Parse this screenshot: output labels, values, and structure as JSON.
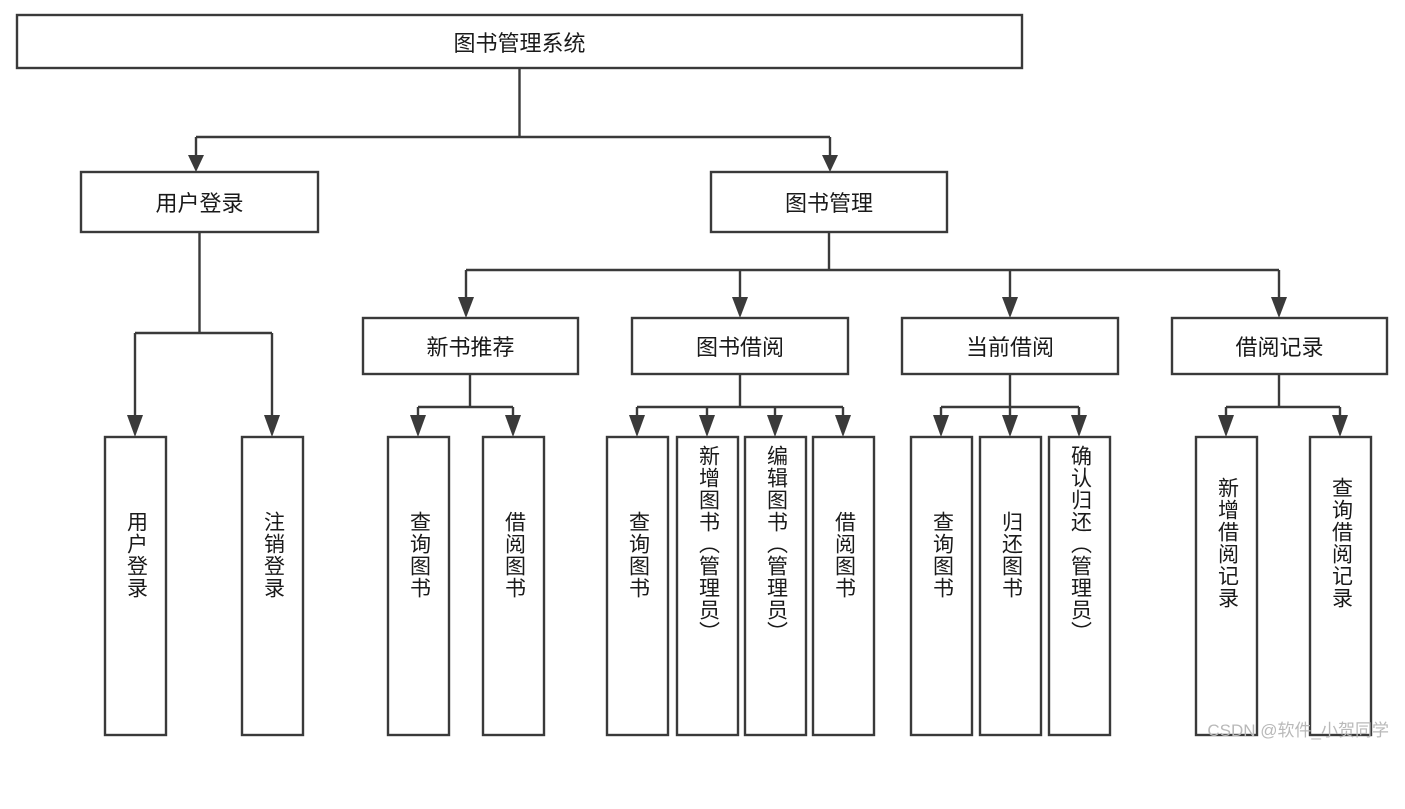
{
  "diagram": {
    "type": "tree-hierarchy",
    "title": "图书管理系统",
    "root": {
      "label": "图书管理系统",
      "orientation": "horizontal"
    },
    "level2": [
      {
        "label": "用户登录",
        "orientation": "horizontal"
      },
      {
        "label": "图书管理",
        "orientation": "horizontal"
      }
    ],
    "level3": [
      {
        "label": "新书推荐",
        "orientation": "horizontal"
      },
      {
        "label": "图书借阅",
        "orientation": "horizontal"
      },
      {
        "label": "当前借阅",
        "orientation": "horizontal"
      },
      {
        "label": "借阅记录",
        "orientation": "horizontal"
      }
    ],
    "leaves": {
      "user_login": [
        {
          "label": "用户登录",
          "orientation": "vertical"
        },
        {
          "label": "注销登录",
          "orientation": "vertical"
        }
      ],
      "new_book_recommend": [
        {
          "label": "查询图书",
          "orientation": "vertical"
        },
        {
          "label": "借阅图书",
          "orientation": "vertical"
        }
      ],
      "book_borrow": [
        {
          "label": "查询图书",
          "orientation": "vertical"
        },
        {
          "label": "新增图书（管理员）",
          "orientation": "vertical"
        },
        {
          "label": "编辑图书（管理员）",
          "orientation": "vertical"
        },
        {
          "label": "借阅图书",
          "orientation": "vertical"
        }
      ],
      "current_borrow": [
        {
          "label": "查询图书",
          "orientation": "vertical"
        },
        {
          "label": "归还图书",
          "orientation": "vertical"
        },
        {
          "label": "确认归还（管理员）",
          "orientation": "vertical"
        }
      ],
      "borrow_record": [
        {
          "label": "新增借阅记录",
          "orientation": "vertical"
        },
        {
          "label": "查询借阅记录",
          "orientation": "vertical"
        }
      ]
    }
  },
  "watermark": {
    "text": "CSDN @软件_小贺同学"
  },
  "colors": {
    "stroke": "#3a3a3a",
    "fill": "#ffffff",
    "text": "#1a1a1a",
    "watermark": "#b9b9b9"
  }
}
